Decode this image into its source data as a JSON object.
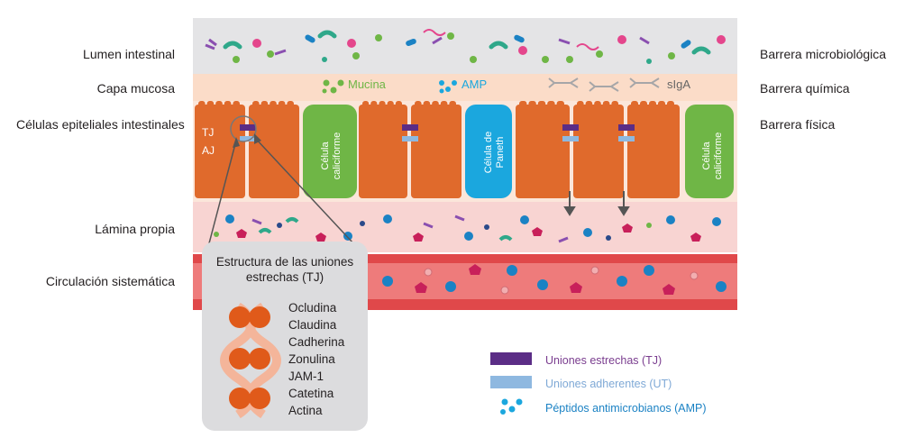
{
  "layers_left": {
    "lumen": "Lumen intestinal",
    "mucosa": "Capa mucosa",
    "epithelial": "Células epiteliales intestinales",
    "lamina": "Lámina propia",
    "circulation": "Circulación sistemática"
  },
  "barriers_right": {
    "micro": "Barrera microbiológica",
    "chemical": "Barrera química",
    "physical": "Barrera física"
  },
  "mucosa_labels": {
    "mucin": "Mucina",
    "amp": "AMP",
    "siga": "sIgA"
  },
  "cells": {
    "goblet_1": "Célula caliciforme",
    "paneth": "Célula de Paneth",
    "goblet_2": "Célula caliciforme",
    "tj": "TJ",
    "aj": "AJ"
  },
  "tj_box": {
    "title": "Estructura de las uniones estrechas (TJ)",
    "items": [
      "Ocludina",
      "Claudina",
      "Cadherina",
      "Zonulina",
      "JAM-1",
      "Catetina",
      "Actina"
    ]
  },
  "legend": {
    "tj": "Uniones estrechas (TJ)",
    "ut": "Uniones adherentes (UT)",
    "amp": "Péptidos antimicrobianos (AMP)"
  },
  "colors": {
    "lumen": "#e4e4e6",
    "mucus": "#fbdcc8",
    "cell": "#e06a2c",
    "goblet": "#6fb646",
    "paneth": "#1ba7de",
    "lamina": "#f8d4d2",
    "blood": "#e0484a",
    "tj": "#5b2d86",
    "aj": "#8eb8e0"
  }
}
